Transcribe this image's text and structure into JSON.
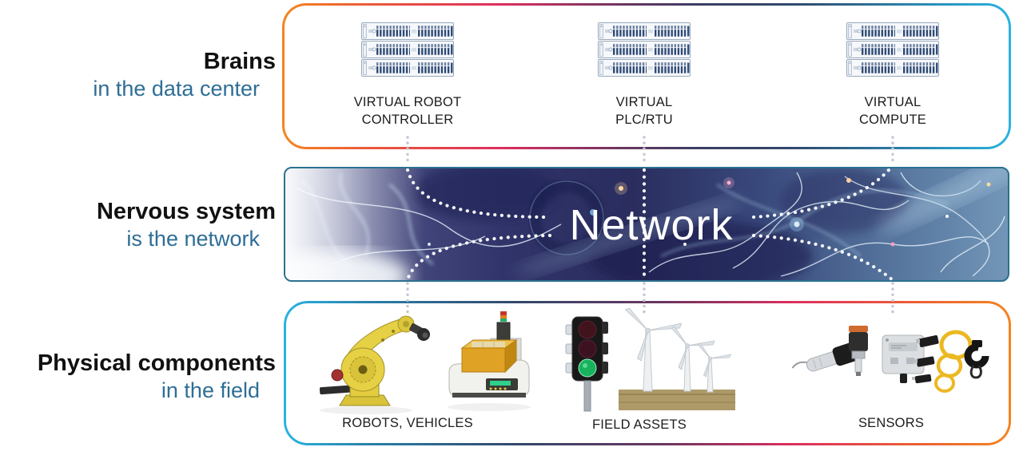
{
  "rows": {
    "brains": {
      "title": "Brains",
      "subtitle": "in the data center"
    },
    "nervous": {
      "title": "Nervous system",
      "subtitle": "is the network"
    },
    "physical": {
      "title": "Physical components",
      "subtitle": "in the field"
    }
  },
  "datacenter": {
    "items": [
      {
        "line1": "VIRTUAL ROBOT",
        "line2": "CONTROLLER"
      },
      {
        "line1": "VIRTUAL",
        "line2": "PLC/RTU"
      },
      {
        "line1": "VIRTUAL",
        "line2": "COMPUTE"
      }
    ]
  },
  "network_band": {
    "label": "Network"
  },
  "field": {
    "items": [
      {
        "label": "ROBOTS, VEHICLES"
      },
      {
        "label": "FIELD ASSETS"
      },
      {
        "label": "SENSORS"
      }
    ]
  },
  "colors": {
    "accent_orange": "#F5851F",
    "accent_crimson": "#DD2F5E",
    "accent_navy": "#31486B",
    "accent_cyan": "#29B4E2",
    "subtitle_teal": "#2E6E96",
    "band_border": "#2B7191"
  }
}
